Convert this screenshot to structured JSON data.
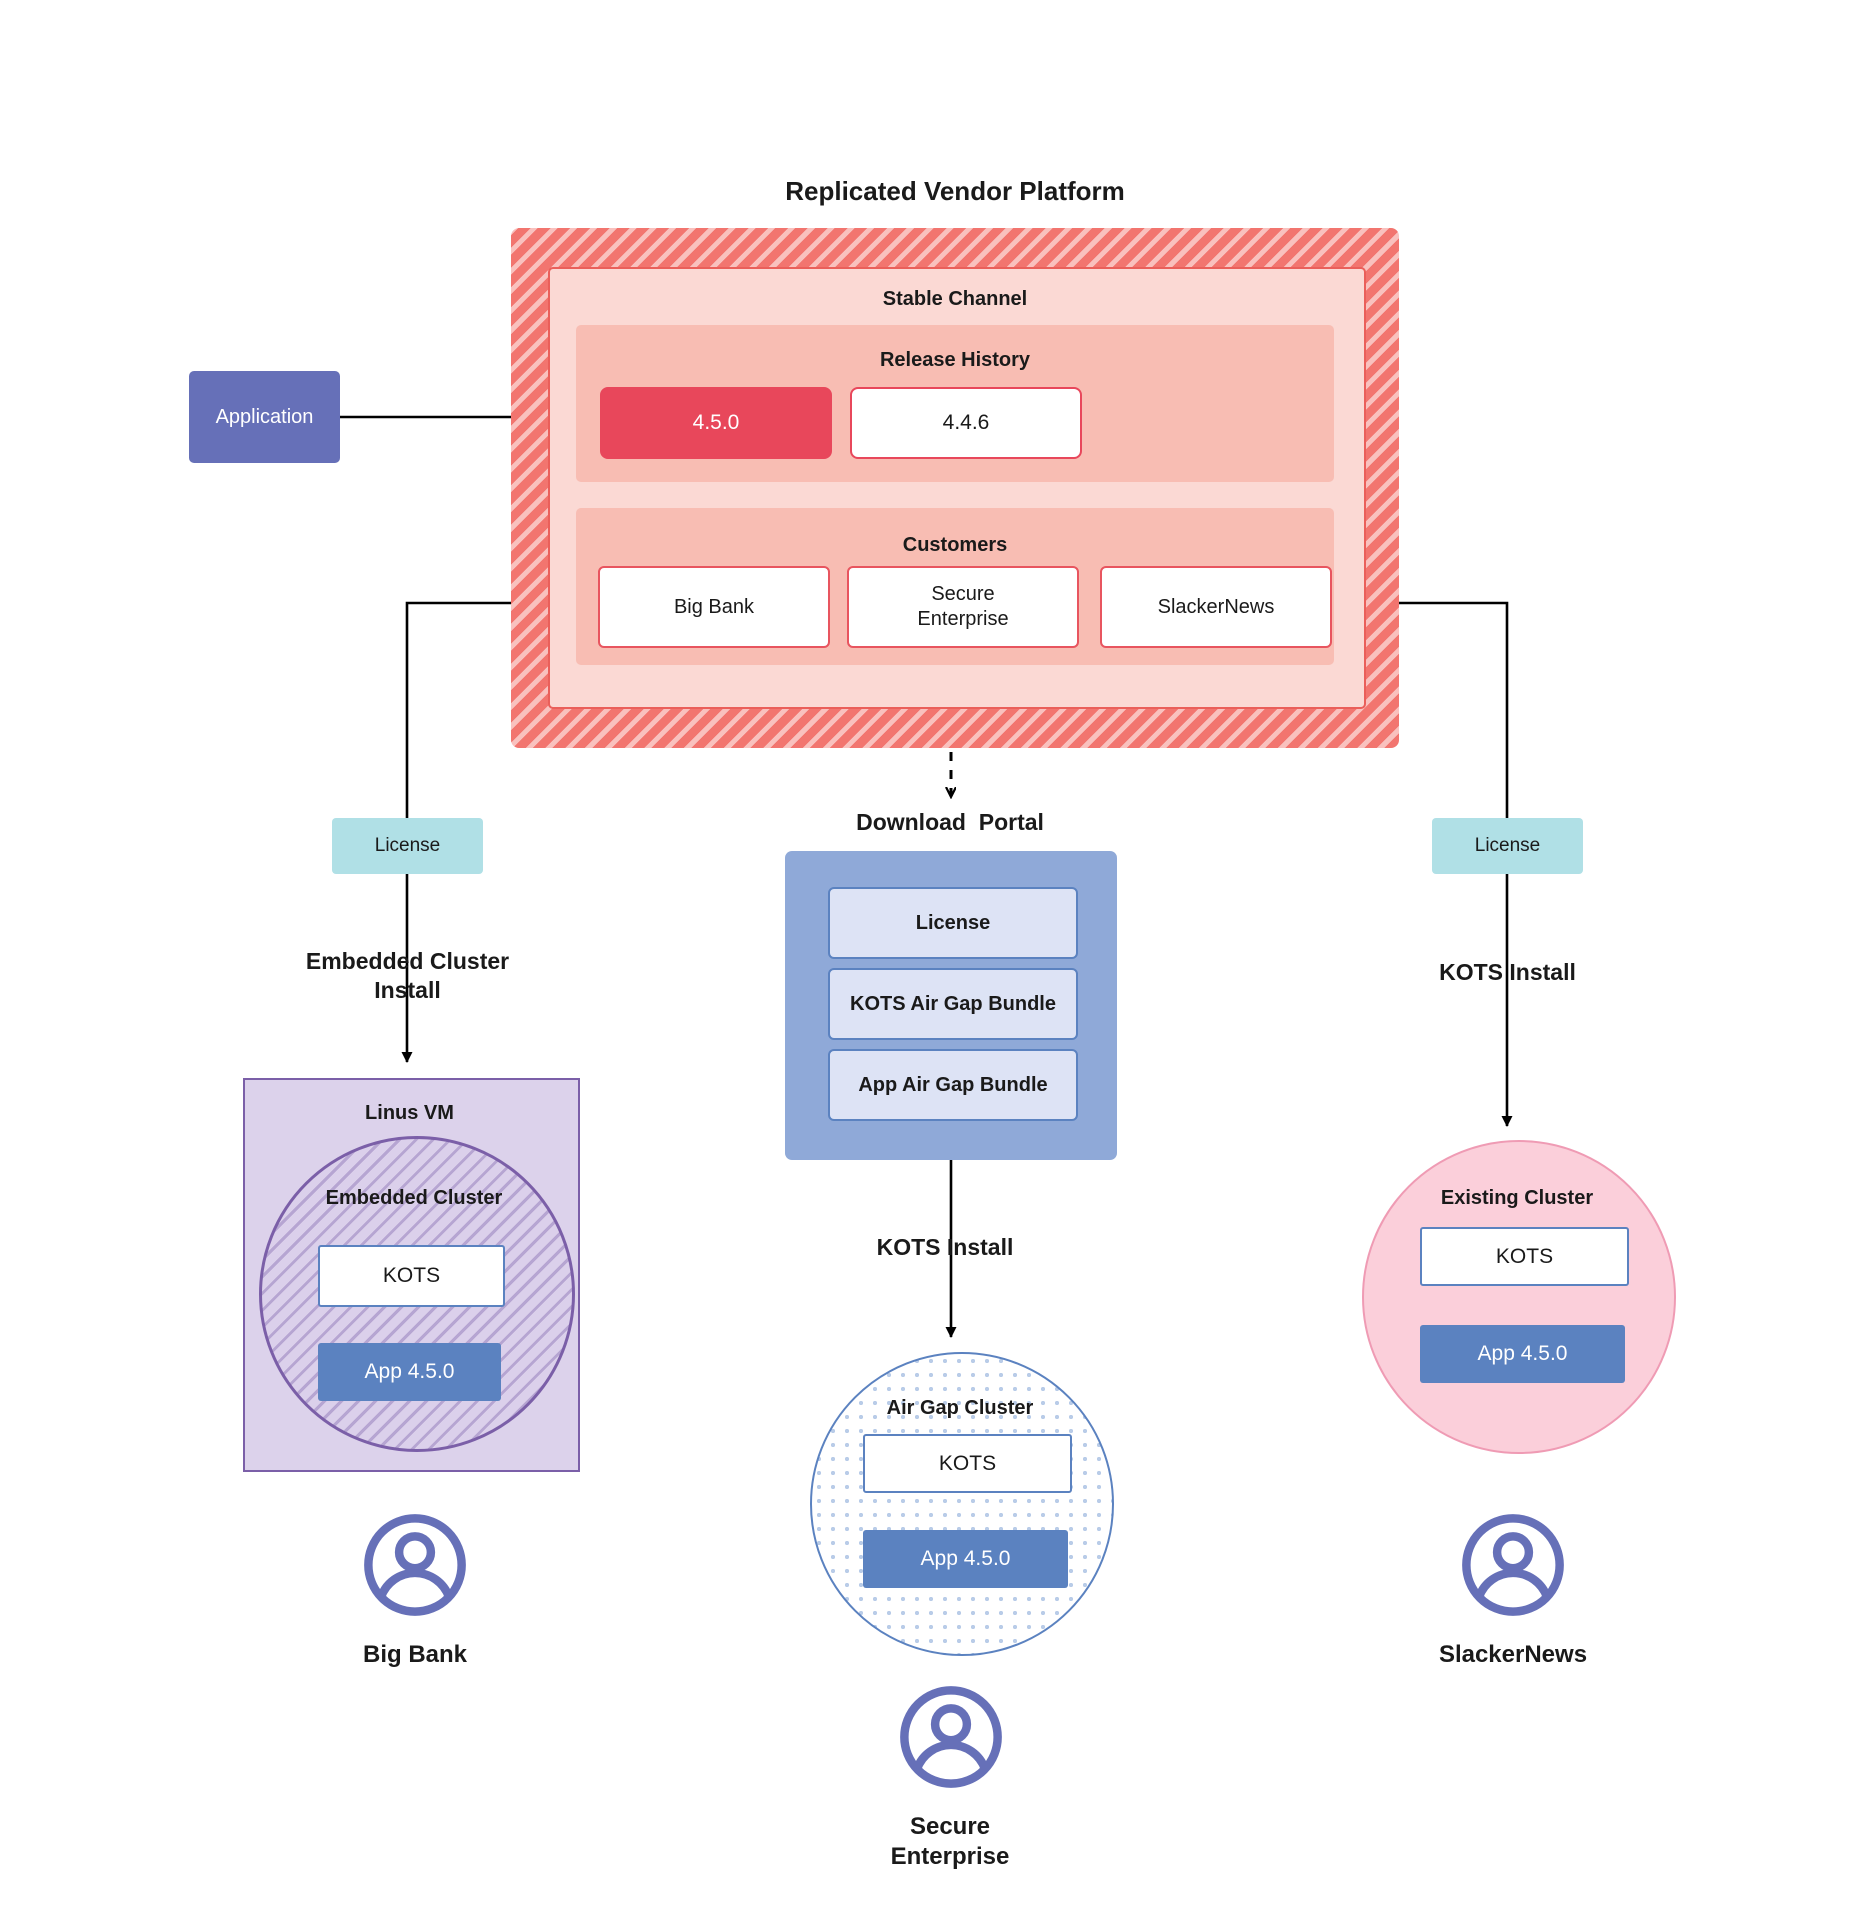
{
  "platform": {
    "title": "Replicated Vendor Platform",
    "channel_title": "Stable Channel",
    "release_history_title": "Release History",
    "releases": [
      {
        "version": "4.5.0",
        "state": "current"
      },
      {
        "version": "4.4.6",
        "state": "previous"
      }
    ],
    "customers_title": "Customers",
    "customers": [
      "Big Bank",
      "Secure\nEnterprise",
      "SlackerNews"
    ]
  },
  "application": {
    "label": "Application"
  },
  "licenses": {
    "left_label": "License",
    "right_label": "License"
  },
  "installs": {
    "left": "Embedded Cluster\nInstall",
    "center": "KOTS Install",
    "right": "KOTS Install"
  },
  "portal": {
    "title": "Download  Portal",
    "items": [
      "License",
      "KOTS Air Gap Bundle",
      "App Air Gap Bundle"
    ]
  },
  "deployments": {
    "left": {
      "host_label": "Linus VM",
      "cluster_label": "Embedded Cluster",
      "kots_label": "KOTS",
      "app_label": "App 4.5.0"
    },
    "center": {
      "cluster_label": "Air Gap Cluster",
      "kots_label": "KOTS",
      "app_label": "App 4.5.0"
    },
    "right": {
      "cluster_label": "Existing Cluster",
      "kots_label": "KOTS",
      "app_label": "App 4.5.0"
    }
  },
  "end_users": [
    {
      "name": "Big Bank",
      "icon": "user-avatar-icon"
    },
    {
      "name": "Secure\nEnterprise",
      "icon": "user-avatar-icon"
    },
    {
      "name": "SlackerNews",
      "icon": "user-avatar-icon"
    }
  ],
  "colors": {
    "vendor_platform": "#f2756f",
    "channel": "#fbd9d4",
    "section": "#f8bdb3",
    "release_current": "#e8475b",
    "application": "#6670b8",
    "license": "#b0e0e6",
    "portal": "#8fa9d8",
    "portal_item": "#dde3f5",
    "vm": "#dcd2eb",
    "vm_border": "#7b5fa8",
    "existing_cluster": "#fbcfda",
    "app_chip": "#5b82c0",
    "avatar": "#6670b8"
  }
}
